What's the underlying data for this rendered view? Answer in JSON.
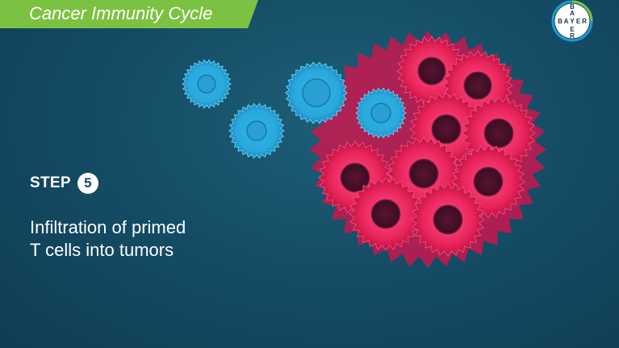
{
  "header": {
    "title": "Cancer Immunity Cycle"
  },
  "brand": {
    "name": "Bayer",
    "logo_letters": [
      "B",
      "A",
      "Y",
      "E",
      "R"
    ]
  },
  "step": {
    "label": "STEP",
    "number": "5"
  },
  "description": {
    "line1": "Infiltration of primed",
    "line2": "T cells into tumors"
  },
  "colors": {
    "accent_green": "#7cc242",
    "t_cell_blue": "#2bb6e6",
    "tumor_red": "#e8245a",
    "background": "#154d66",
    "logo_blue": "#1f9ad6"
  },
  "icons": [
    "bayer-cross-logo",
    "t-cell-icon",
    "tumor-cell-icon"
  ]
}
